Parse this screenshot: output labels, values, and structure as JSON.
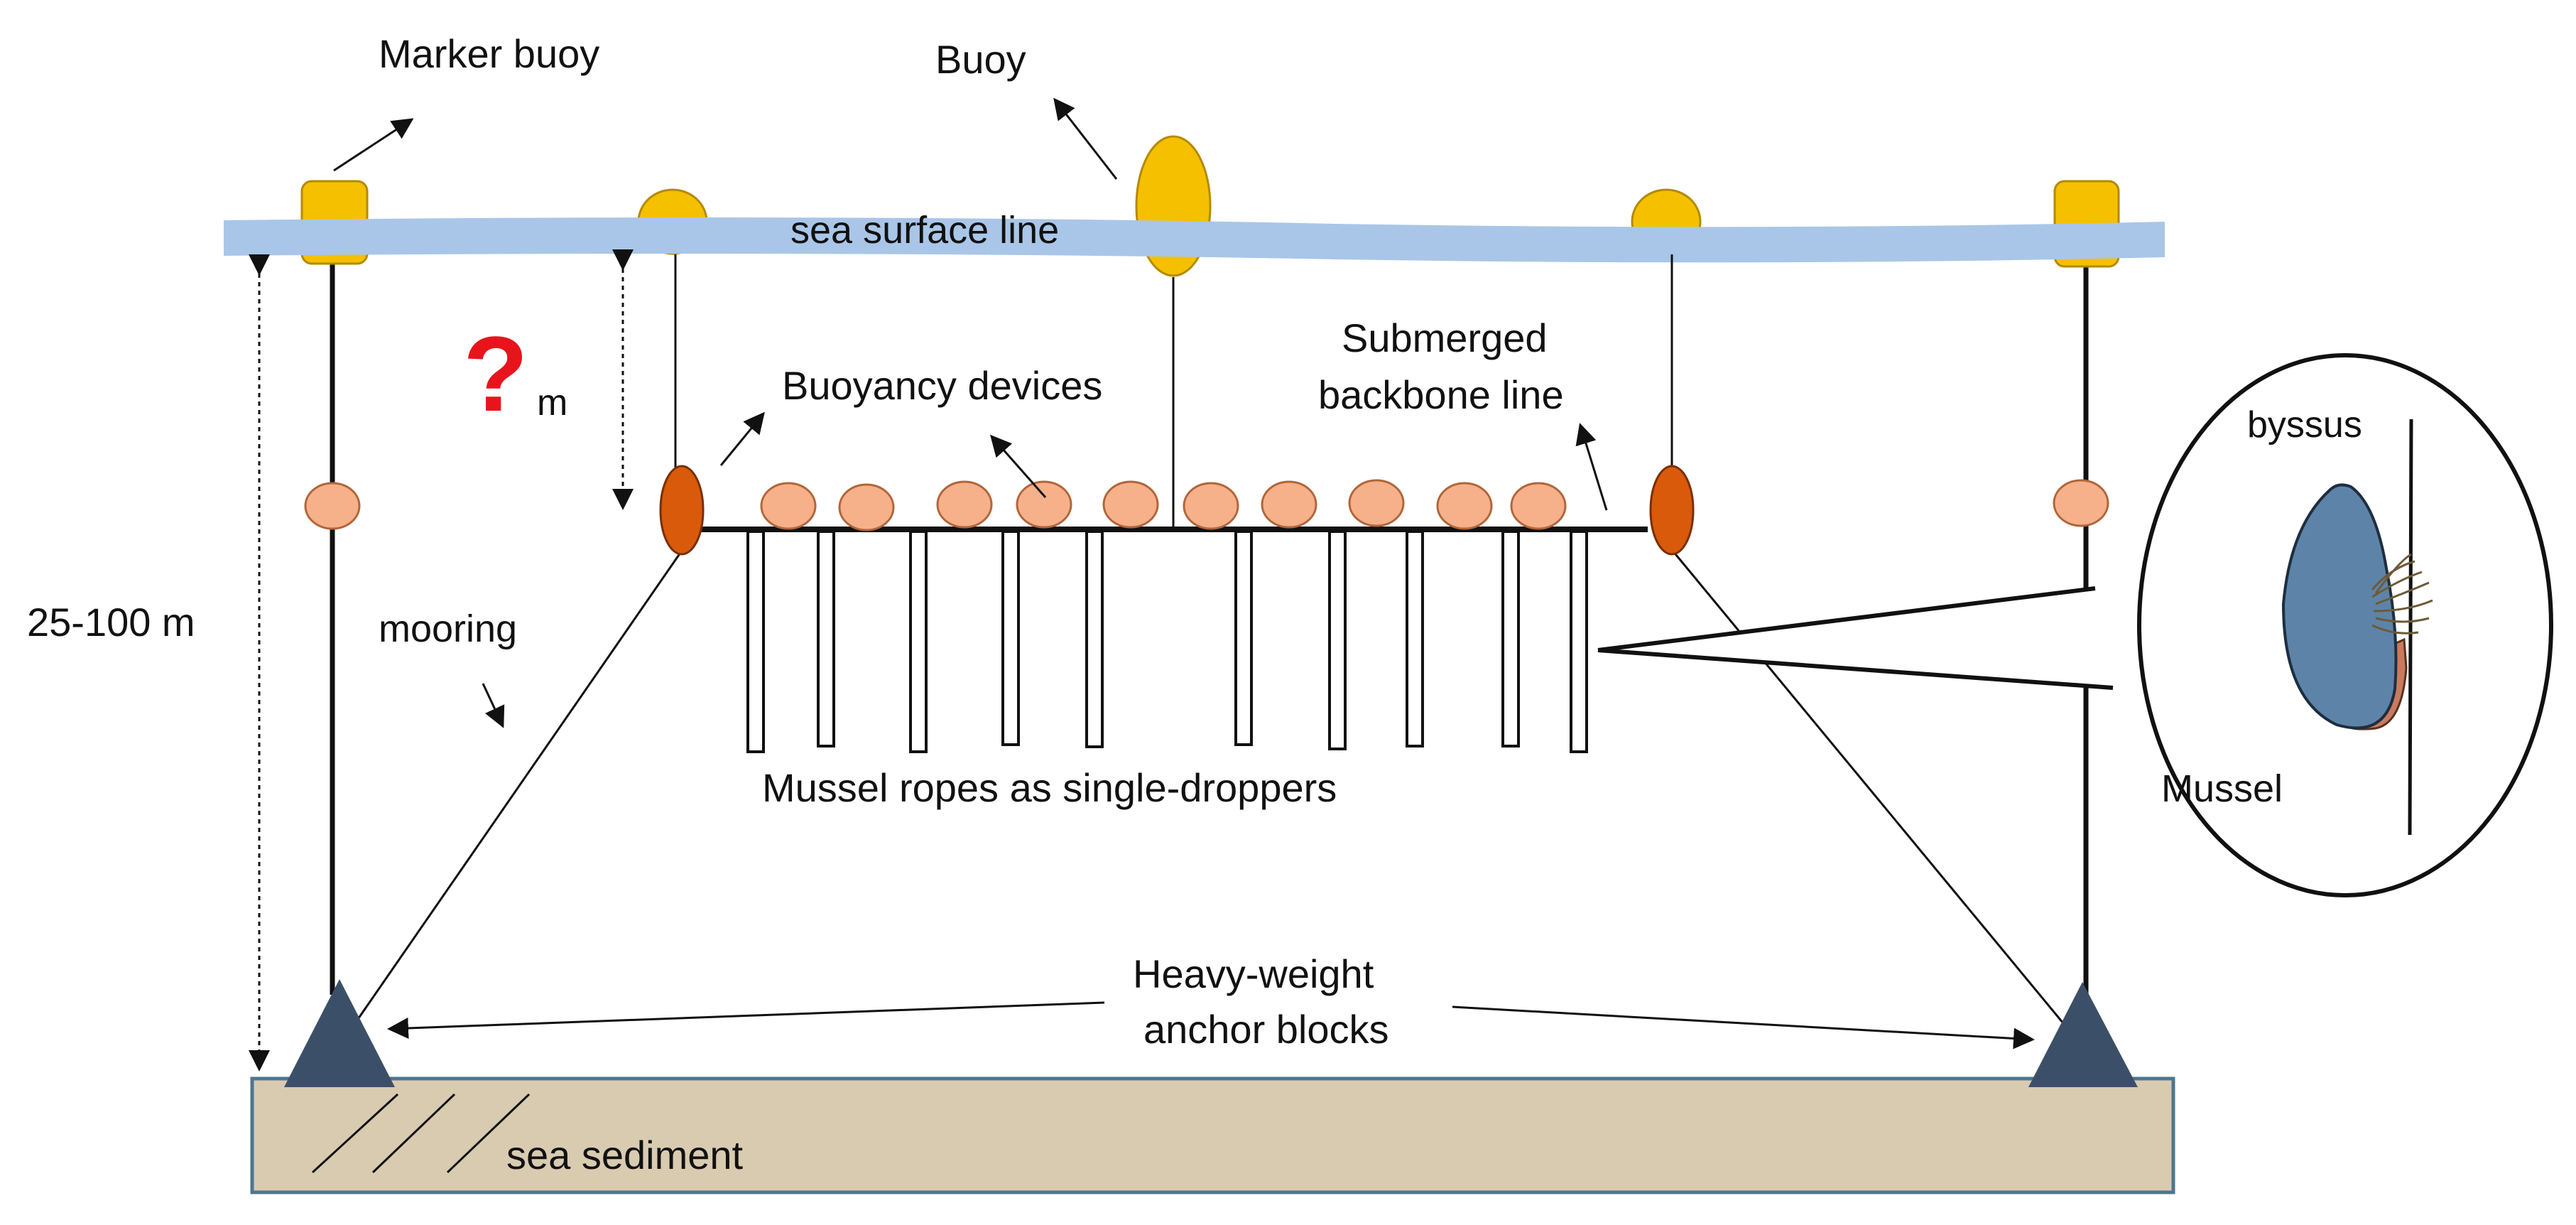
{
  "labels": {
    "marker_buoy": "Marker buoy",
    "buoy": "Buoy",
    "sea_surface_line": "sea surface line",
    "question_mark": "?",
    "question_unit": "m",
    "buoyancy_devices": "Buoyancy devices",
    "submerged_line_1": "Submerged",
    "submerged_line_2": "backbone line",
    "byssus": "byssus",
    "depth_range": "25-100 m",
    "mooring": "mooring",
    "mussel_ropes": "Mussel ropes as single-droppers",
    "mussel": "Mussel",
    "anchor_line_1": "Heavy-weight",
    "anchor_line_2": "anchor blocks",
    "sea_sediment": "sea sediment"
  },
  "colors": {
    "sea_surface": "#a9c6e8",
    "buoy_yellow": "#f5c000",
    "backbone_float": "#f6b08a",
    "buoyancy_orange": "#d95a0a",
    "anchor": "#3b5068",
    "sediment": "#d9cbb0",
    "sediment_border": "#4d7690",
    "question_red": "#e8141c",
    "mussel_shell": "#5d84a8",
    "mussel_lip": "#c97a5e"
  }
}
